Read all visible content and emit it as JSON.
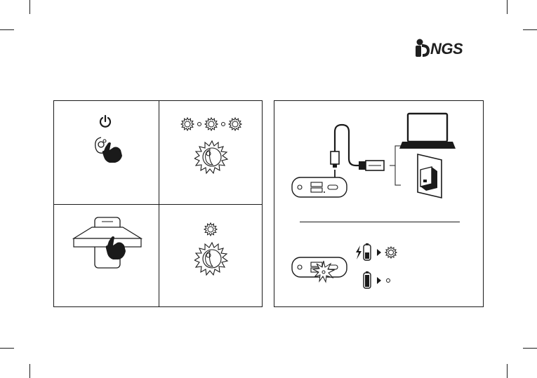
{
  "brand": {
    "name": "NGS",
    "color": "#1a1a1a"
  },
  "left_panel": {
    "cells": [
      {
        "icon": "power-icon",
        "illustration": "hand-press-button"
      },
      {
        "icon": "led-sequence-icon",
        "illustration": "flashlight-sequential-modes"
      },
      {
        "icon": "phone-on-wireless-pad-icon",
        "illustration": "hand-place-phone"
      },
      {
        "icon": "single-led-icon",
        "illustration": "flashlight-on"
      }
    ]
  },
  "right_panel": {
    "charging": {
      "device": "power-bank",
      "sources": [
        "laptop-icon",
        "wall-charger-icon"
      ],
      "cable": "usb-to-usb-c"
    },
    "status": [
      {
        "battery": "charging-battery-icon",
        "led": "led-blinking"
      },
      {
        "battery": "full-battery-icon",
        "led": "led-off"
      }
    ]
  }
}
